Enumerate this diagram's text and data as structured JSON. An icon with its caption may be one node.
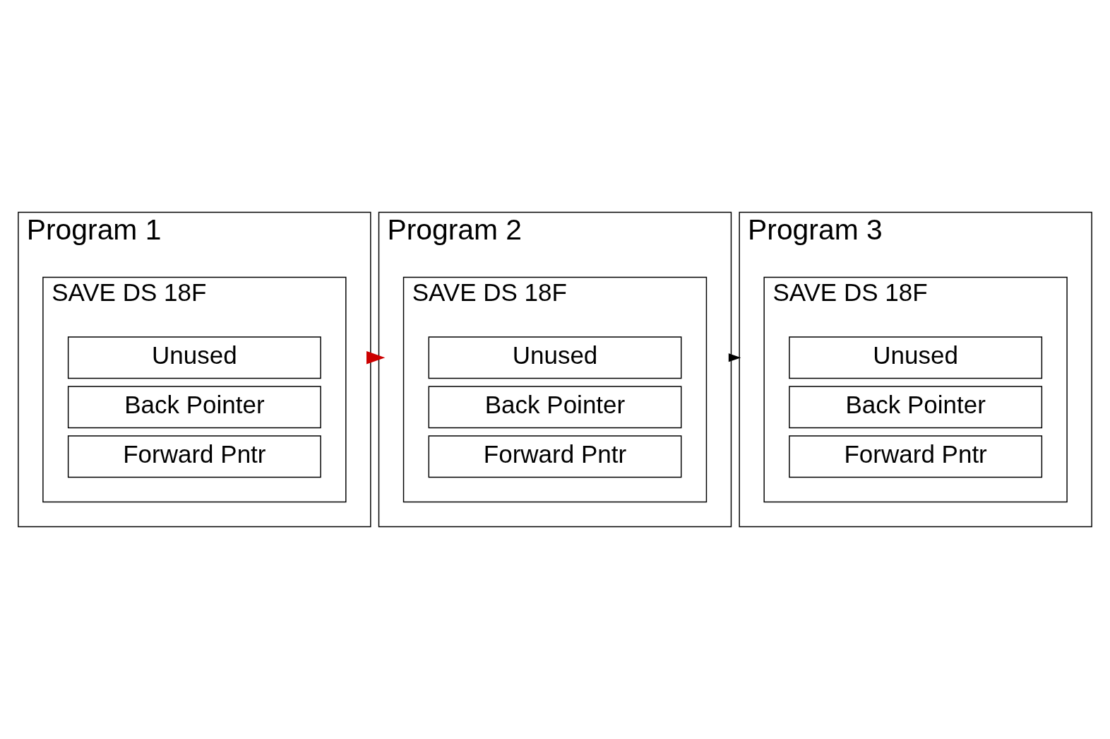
{
  "diagram": {
    "nodes": [
      {
        "text": [
          "Program 1"
        ]
      },
      {
        "text": [
          "SAVE DS 18F"
        ],
        "in": 0
      },
      {
        "text": [
          "Unused"
        ],
        "in": 1
      },
      {
        "text": [
          "Back Pointer"
        ],
        "in": 1
      },
      {
        "text": [
          "Forward Pntr"
        ],
        "in": 1
      },
      {
        "text": [
          "Program 2"
        ]
      },
      {
        "text": [
          "SAVE DS 18F"
        ],
        "in": 5
      },
      {
        "text": [
          "Unused"
        ],
        "in": 6
      },
      {
        "text": [
          "Back Pointer"
        ],
        "in": 6
      },
      {
        "text": [
          "Forward Pntr"
        ],
        "in": 6
      },
      {
        "text": [
          "Program 3"
        ]
      },
      {
        "text": [
          "SAVE DS 18F"
        ],
        "in": 10
      },
      {
        "text": [
          "Unused"
        ],
        "in": 11
      },
      {
        "text": [
          "Back Pointer"
        ],
        "in": 11
      },
      {
        "text": [
          "Forward Pntr"
        ],
        "in": 11
      }
    ],
    "edges": [
      {
        "from": 0,
        "to": 5,
        "arrow": "to",
        "style": "thick",
        "color": "#cc0000"
      },
      {
        "from": 5,
        "to": 10,
        "arrow": "to",
        "color": "#000000"
      }
    ]
  }
}
